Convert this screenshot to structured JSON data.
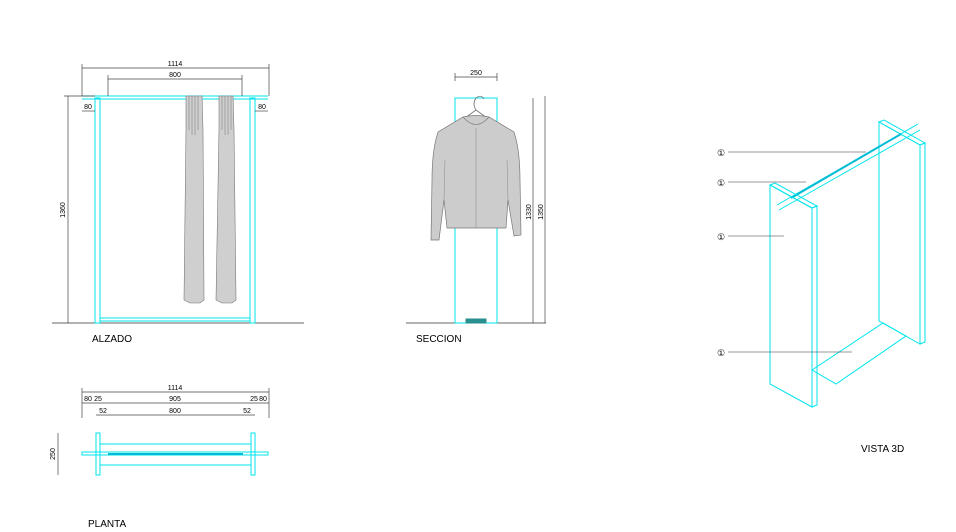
{
  "views": {
    "alzado": "ALZADO",
    "seccion": "SECCION",
    "planta": "PLANTA",
    "vista3d": "VISTA 3D"
  },
  "dims": {
    "alzado": {
      "w_total": "1114",
      "w_inner": "800",
      "left_off": "80",
      "right_off": "80",
      "height": "1360"
    },
    "seccion": {
      "depth": "250",
      "h1": "1330",
      "h2": "1350"
    },
    "planta": {
      "w_total": "1114",
      "a": "80",
      "b": "25",
      "mid": "905",
      "c": "25",
      "d": "80",
      "inner": "800",
      "e": "52",
      "f": "52",
      "depth": "250"
    }
  },
  "callouts": [
    "①",
    "①",
    "①",
    "①"
  ],
  "colors": {
    "line": "#00e5ee",
    "dimension": "#444444",
    "garment": "#cccccc",
    "base": "#2a8f8f"
  }
}
